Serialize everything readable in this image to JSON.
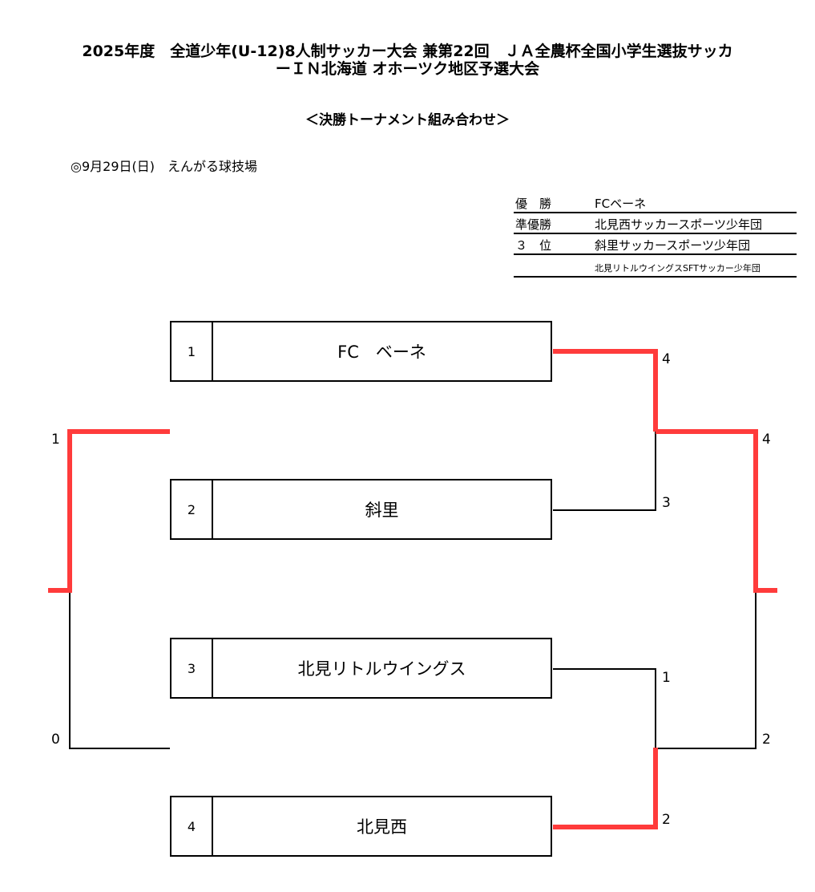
{
  "header": {
    "title_line1": "2025年度　全道少年(U-12)8人制サッカー大会 兼第22回　ＪＡ全農杯全国小学生選抜サッカ",
    "title_line2": "ーＩＮ北海道 オホーツク地区予選大会",
    "subtitle": "＜決勝トーナメント組み合わせ＞",
    "date_venue": "◎9月29日(日)　えんがる球技場"
  },
  "results": [
    {
      "label": "優　勝",
      "team": "FCベーネ"
    },
    {
      "label": "準優勝",
      "team": "北見西サッカースポーツ少年団"
    },
    {
      "label": "３　位",
      "team": "斜里サッカースポーツ少年団"
    },
    {
      "label": "",
      "team": "北見リトルウイングスSFTサッカー少年団"
    }
  ],
  "bracket": {
    "teams": [
      {
        "seed": "1",
        "name": "FC　ベーネ"
      },
      {
        "seed": "2",
        "name": "斜里"
      },
      {
        "seed": "3",
        "name": "北見リトルウイングス"
      },
      {
        "seed": "4",
        "name": "北見西"
      }
    ],
    "semi1_scores": {
      "team1": "4",
      "team2": "3"
    },
    "semi2_scores": {
      "team3": "1",
      "team4": "2"
    },
    "final_scores": {
      "semi1_winner": "4",
      "semi2_winner": "2"
    },
    "third_place_scores": {
      "top": "1",
      "bottom": "0"
    },
    "colors": {
      "winner_line": "#ff3b3b",
      "line": "#000000"
    }
  }
}
